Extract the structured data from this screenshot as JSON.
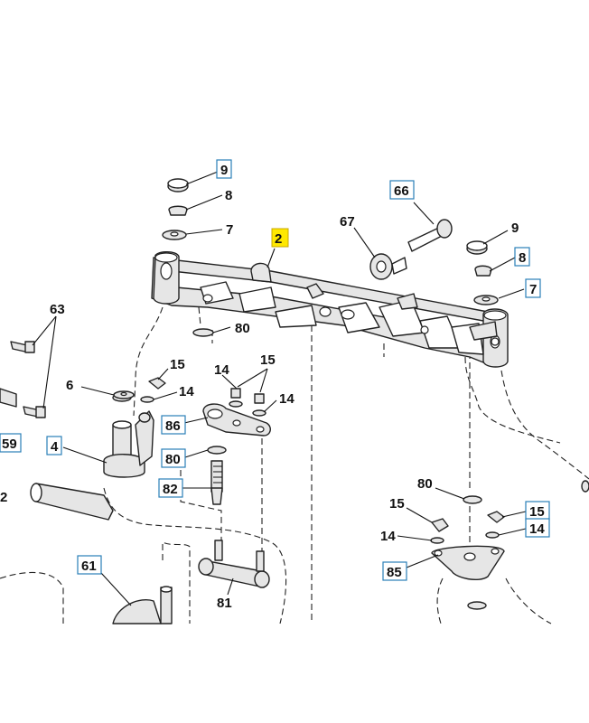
{
  "labels": [
    {
      "id": "p2",
      "text": "2",
      "style": "highlight"
    },
    {
      "id": "p9a",
      "text": "9",
      "style": "boxed"
    },
    {
      "id": "p8a",
      "text": "8",
      "style": "plain"
    },
    {
      "id": "p7a",
      "text": "7",
      "style": "plain"
    },
    {
      "id": "p66",
      "text": "66",
      "style": "boxed"
    },
    {
      "id": "p67",
      "text": "67",
      "style": "plain"
    },
    {
      "id": "p9b",
      "text": "9",
      "style": "plain"
    },
    {
      "id": "p8b",
      "text": "8",
      "style": "boxed"
    },
    {
      "id": "p7b",
      "text": "7",
      "style": "boxed"
    },
    {
      "id": "p63",
      "text": "63",
      "style": "plain"
    },
    {
      "id": "p80a",
      "text": "80",
      "style": "plain"
    },
    {
      "id": "p15a",
      "text": "15",
      "style": "plain"
    },
    {
      "id": "p14a",
      "text": "14",
      "style": "plain"
    },
    {
      "id": "p15b",
      "text": "15",
      "style": "plain"
    },
    {
      "id": "p14b",
      "text": "14",
      "style": "plain"
    },
    {
      "id": "p14c",
      "text": "14",
      "style": "plain"
    },
    {
      "id": "p6",
      "text": "6",
      "style": "plain"
    },
    {
      "id": "p86",
      "text": "86",
      "style": "boxed"
    },
    {
      "id": "p59",
      "text": "59",
      "style": "boxed"
    },
    {
      "id": "p4",
      "text": "4",
      "style": "boxed"
    },
    {
      "id": "p80b",
      "text": "80",
      "style": "boxed"
    },
    {
      "id": "p82",
      "text": "82",
      "style": "boxed"
    },
    {
      "id": "p2b",
      "text": "2",
      "style": "plain"
    },
    {
      "id": "p80c",
      "text": "80",
      "style": "plain"
    },
    {
      "id": "p15c",
      "text": "15",
      "style": "plain"
    },
    {
      "id": "p15d",
      "text": "15",
      "style": "boxed"
    },
    {
      "id": "p14d",
      "text": "14",
      "style": "plain"
    },
    {
      "id": "p14e",
      "text": "14",
      "style": "boxed"
    },
    {
      "id": "p85",
      "text": "85",
      "style": "boxed"
    },
    {
      "id": "p61",
      "text": "61",
      "style": "boxed"
    },
    {
      "id": "p81",
      "text": "81",
      "style": "plain"
    }
  ],
  "colors": {
    "box_border": "#2a7fb8",
    "highlight": "#ffe800",
    "ink": "#111111"
  }
}
